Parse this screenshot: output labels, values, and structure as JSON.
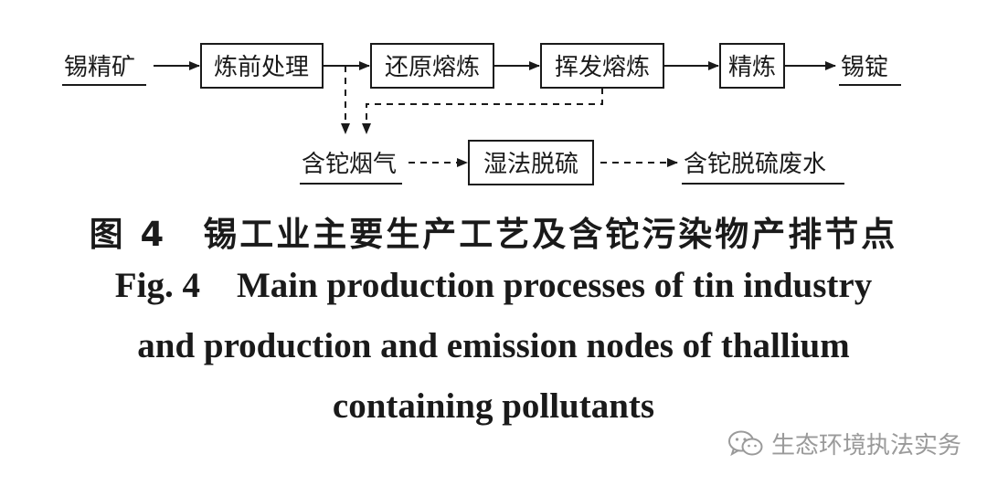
{
  "diagram": {
    "inputs": {
      "source": "锡精矿",
      "product": "锡锭"
    },
    "process_steps": [
      "炼前处理",
      "还原熔炼",
      "挥发熔炼",
      "精炼"
    ],
    "emission_source": "含铊烟气",
    "treatment_step": "湿法脱硫",
    "waste_output": "含铊脱硫废水",
    "colors": {
      "line": "#1a1a1a",
      "watermark": "#9a9a9a"
    }
  },
  "caption": {
    "cn_number": "图 4",
    "cn_title": "锡工业主要生产工艺及含铊污染物产排节点",
    "en_number": "Fig. 4",
    "en_line1": "Main production processes of tin industry",
    "en_line2": "and production and emission nodes of thallium",
    "en_line3": "containing pollutants"
  },
  "watermark": {
    "text": "生态环境执法实务",
    "icon": "wechat-logo-icon"
  }
}
